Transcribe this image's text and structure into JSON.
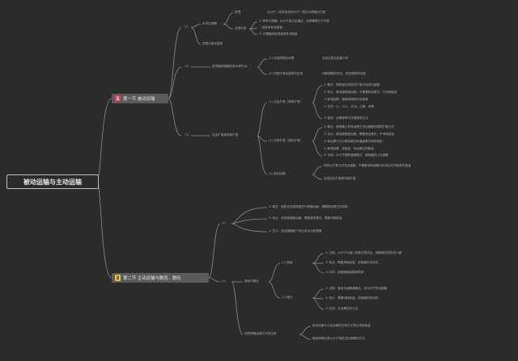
{
  "root": {
    "label": "被动运输与主动运输"
  },
  "sections": [
    {
      "badge": "1",
      "label": "第一节 被动运输",
      "badge_color": "#d0455c"
    },
    {
      "badge": "2",
      "label": "第二节 主动运输与胞吞、胞吐",
      "badge_color": "#e7c54a"
    }
  ],
  "s1": {
    "n1": "(1)",
    "n1a": "水进出细胞",
    "n1a1": "原理",
    "n1a1_note": "水分子（或其他溶剂分子）透过半透膜的扩散",
    "n1a2": "渗透作用",
    "n1a2_1": "① 具有半透膜：水分子能自由通过，而蔗糖等分子不能",
    "n1a2_2": "（溶液间有浓度差）",
    "n1a2_3": "② 半透膜两侧溶液具有浓度差",
    "n1b": "质壁分离及复原",
    "n2": "(2)",
    "n2a": "探究植物细胞的吸水和失水",
    "n2a1": "(1) 实验原理及步骤",
    "n2a1_note": "实验过程及结果分析",
    "n2a2": "(2) 质壁分离及复原的应用",
    "n2a2_note": "判断细胞的死活、测定细胞液浓度",
    "n3": "(3)",
    "n3a": "自由扩散和协助扩散",
    "n3a1": "(1) 自由扩散（简单扩散）",
    "n3a1_items": [
      "① 概念：物质通过简单的扩散作用进出细胞",
      "② 特点：顺浓度梯度运输，不需要转运蛋白，不消耗能量",
      "③ 影响因素：膜两侧物质的浓度差",
      "④ 实例：O₂、CO₂、甘油、乙醇、苯等",
      "⑤ 曲线：运输速率与浓度差成正比"
    ],
    "n3a2": "(2) 协助扩散（易化扩散）",
    "n3a2_items": [
      "① 概念：借助膜上的转运蛋白进出细胞的物质扩散方式",
      "② 特点：顺浓度梯度运输，需要转运蛋白，不消耗能量",
      "③ 转运蛋白分为载体蛋白和通道蛋白两种类型",
      "④ 影响因素：浓度差、转运蛋白的数量",
      "⑤ 实例：水分子借助通道蛋白、葡萄糖进入红细胞"
    ],
    "n3a3": "(3) 被动运输",
    "n3a3_items": [
      "物质以扩散方式进出细胞，不需要消耗细胞内化学反应所释放的能量",
      "包括自由扩散和协助扩散"
    ]
  },
  "s2": {
    "n1": "(1)",
    "n1_items": [
      "① 概念：物质逆浓度梯度进行跨膜运输，需要载体蛋白的协助",
      "② 特点：逆浓度梯度运输，需要载体蛋白，需要消耗能量",
      "③ 意义：保证细胞和个体生命活动的需要"
    ],
    "n2": "(2)",
    "n2a": "胞吞与胞吐",
    "n2a1": "(1) 胞吞",
    "n2a1_items": [
      "① 过程：大分子与膜上的蛋白质结合，细胞膜内陷形成小囊",
      "② 特点：需要消耗能量，依赖膜的流动性",
      "③ 实例：吞噬细胞吞噬病原体"
    ],
    "n2a2": "(2) 胞吐",
    "n2a2_items": [
      "① 过程：囊泡与细胞膜融合，将大分子排出细胞",
      "② 特点：需要消耗能量，依赖膜的流动性",
      "③ 实例：分泌蛋白的分泌"
    ],
    "n2b": "物质跨膜运输方式的比较",
    "n2b_items": [
      "被动运输与主动运输的区别在于是否消耗能量",
      "胞吞和胞吐是大分子物质进出细胞的方式"
    ]
  }
}
